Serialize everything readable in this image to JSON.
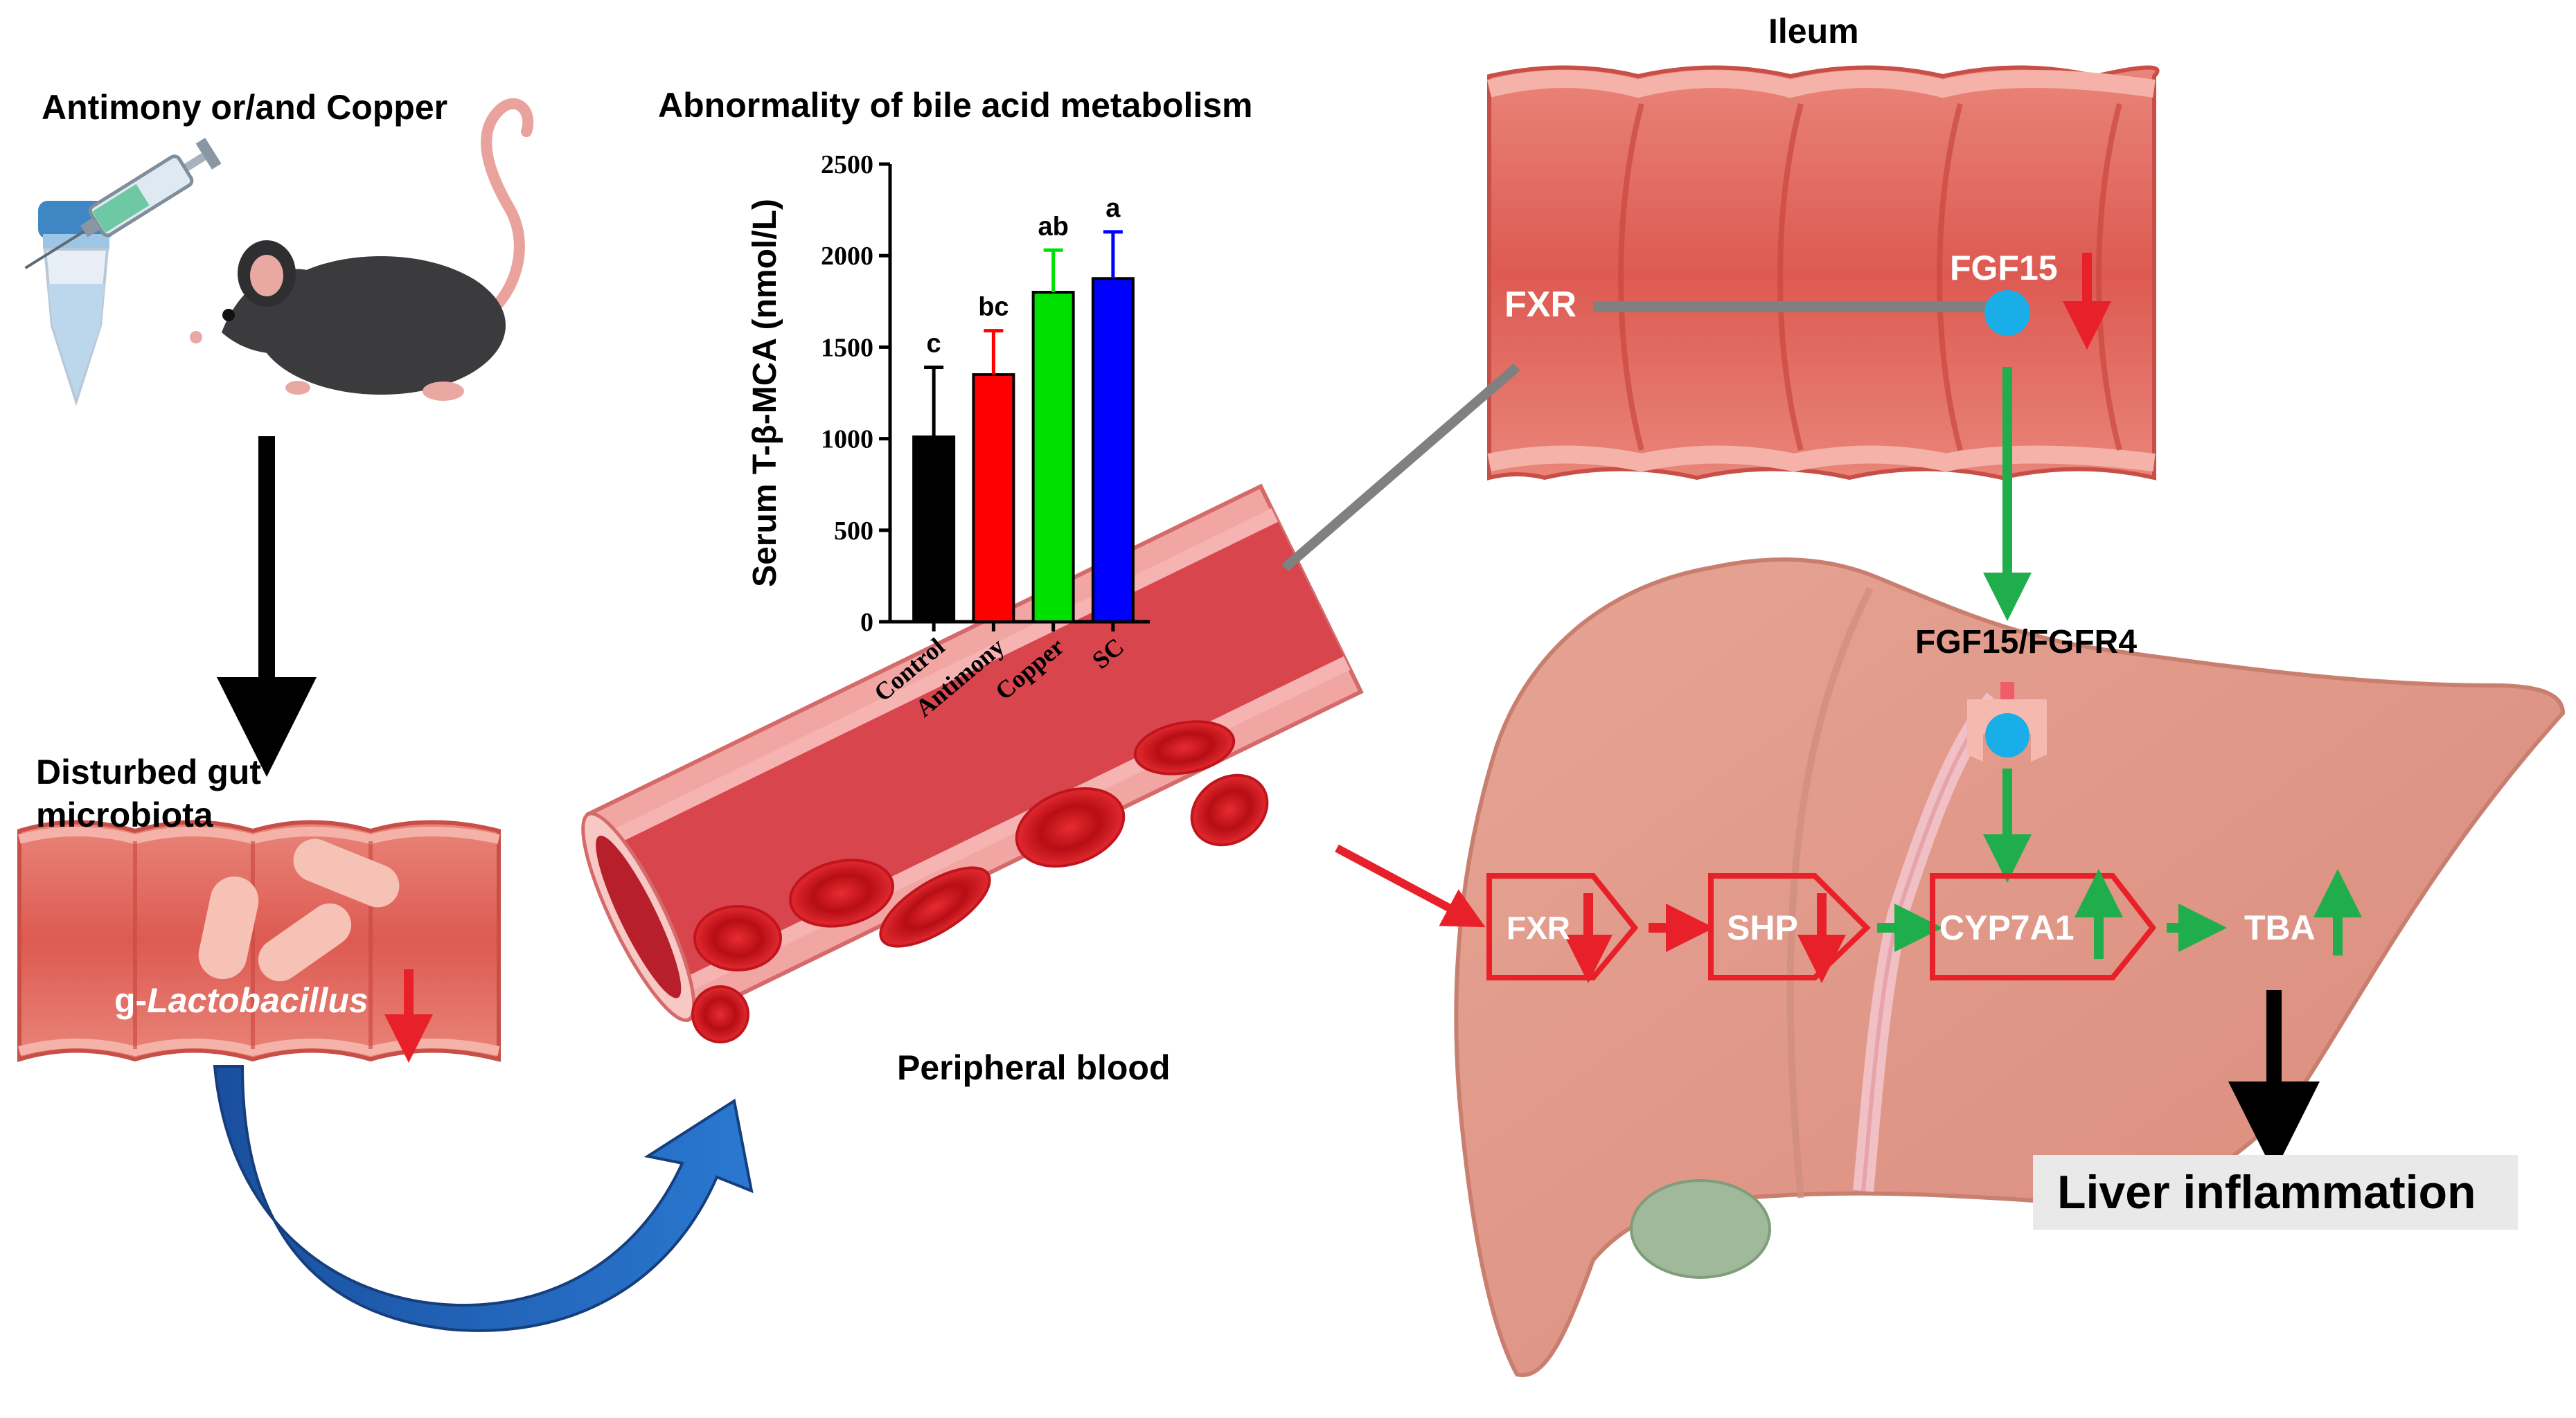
{
  "labels": {
    "exposure": "Antimony or/and Copper",
    "chart_title": "Abnormality of bile acid metabolism",
    "ileum": "Ileum",
    "disturbed_line1": "Disturbed gut",
    "disturbed_line2": "microbiota",
    "lactobacillus_prefix": "g-",
    "lactobacillus_genus": "Lactobacillus",
    "peripheral_blood": "Peripheral blood",
    "fxr_ileum": "FXR",
    "fgf15": "FGF15",
    "fgf15_fgfr4": "FGF15/FGFR4",
    "liver_inflammation": "Liver inflammation"
  },
  "pathway": [
    {
      "name": "FXR",
      "direction": "down"
    },
    {
      "name": "SHP",
      "direction": "down"
    },
    {
      "name": "CYP7A1",
      "direction": "up"
    },
    {
      "name": "TBA",
      "direction": "up"
    }
  ],
  "colors": {
    "down": "#e8202a",
    "up": "#1fae4b",
    "receptor": "#19aee8",
    "gray_line": "#808080",
    "blue_arrow": "#1f5fb5"
  },
  "chart_data": {
    "type": "bar",
    "title": "Abnormality of bile acid metabolism",
    "ylabel": "Serum T-β-MCA (nmol/L)",
    "xlabel": "",
    "ylim": [
      0,
      2500
    ],
    "yticks": [
      0,
      500,
      1000,
      1500,
      2000,
      2500
    ],
    "categories": [
      "Control",
      "Antimony",
      "Copper",
      "SC"
    ],
    "values": [
      1010,
      1350,
      1800,
      1875
    ],
    "errors": [
      380,
      240,
      230,
      255
    ],
    "significance": [
      "c",
      "bc",
      "ab",
      "a"
    ],
    "colors": [
      "#000000",
      "#ff0000",
      "#00e000",
      "#0000ff"
    ]
  }
}
